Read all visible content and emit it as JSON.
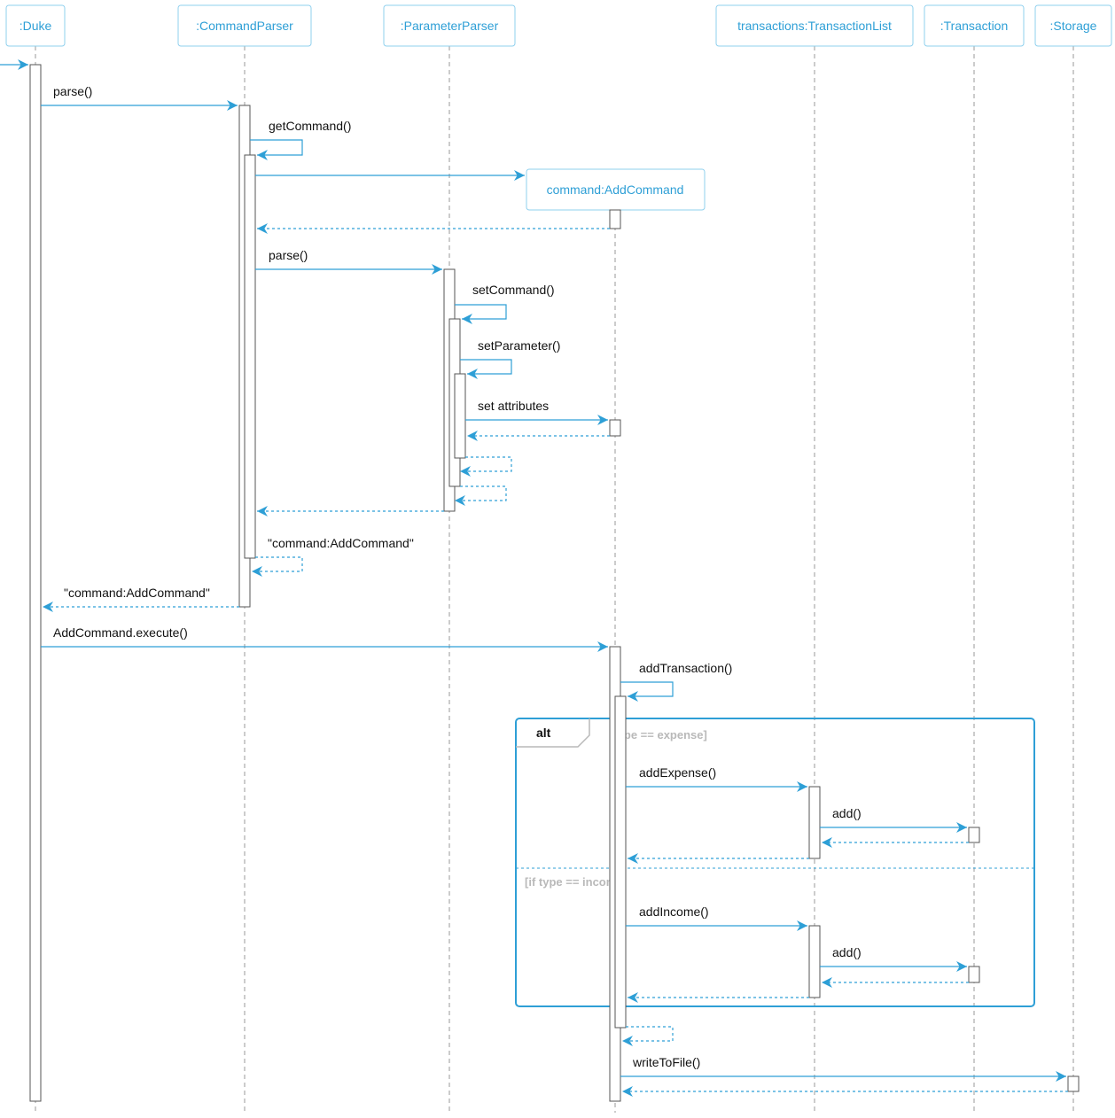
{
  "participants": [
    ":Duke",
    ":CommandParser",
    ":ParameterParser",
    "command:AddCommand",
    "transactions:TransactionList",
    ":Transaction",
    ":Storage"
  ],
  "messages": {
    "parse1": "parse()",
    "getCommand": "getCommand()",
    "parse2": "parse()",
    "setCommand": "setCommand()",
    "setParameter": "setParameter()",
    "setAttributes": "set attributes",
    "returnInner": "\"command:AddCommand\"",
    "returnDuke": "\"command:AddCommand\"",
    "execute": "AddCommand.execute()",
    "addTransaction": "addTransaction()",
    "addExpense": "addExpense()",
    "add1": "add()",
    "addIncome": "addIncome()",
    "add2": "add()",
    "writeToFile": "writeToFile()"
  },
  "fragment": {
    "keyword": "alt",
    "guard1": "[type == expense]",
    "guard2": "[if  type == income]"
  },
  "colors": {
    "accent": "#2e9fd6",
    "border": "#555555",
    "guard": "#b9b9b9"
  }
}
